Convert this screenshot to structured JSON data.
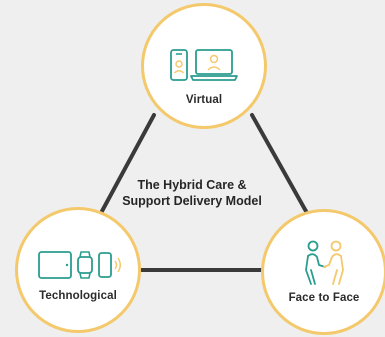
{
  "diagram": {
    "title_line1": "The Hybrid Care &",
    "title_line2": "Support Delivery Model",
    "nodes": [
      {
        "label": "Virtual",
        "icon": "phone-laptop-icon"
      },
      {
        "label": "Technological",
        "icon": "devices-icon"
      },
      {
        "label": "Face to Face",
        "icon": "people-meeting-icon"
      }
    ]
  },
  "colors": {
    "background": "#efefef",
    "node_border": "#f4c96c",
    "edge": "#3a3a3a",
    "icon": "#2a9d8f",
    "icon_accent": "#f4c96c"
  }
}
